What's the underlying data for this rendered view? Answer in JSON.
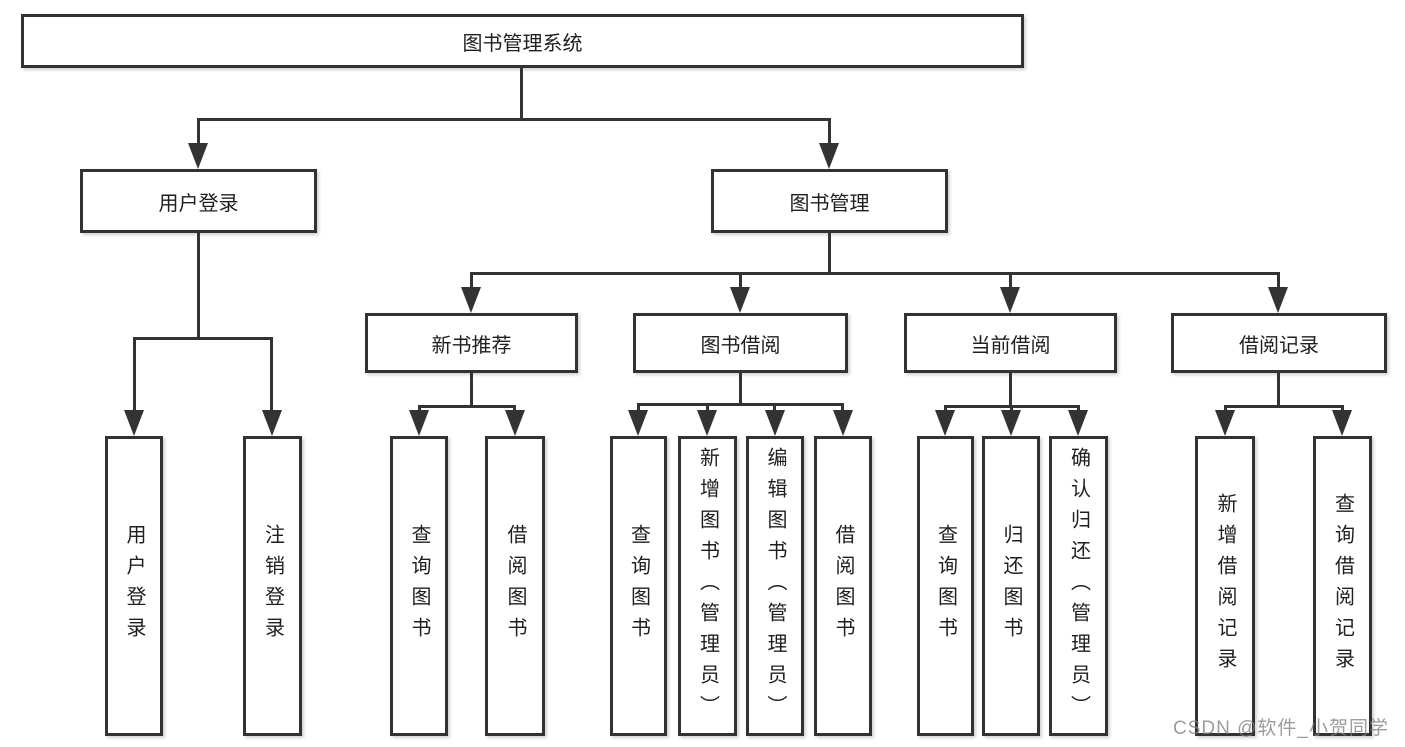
{
  "diagram": {
    "root": {
      "label": "图书管理系统"
    },
    "level2": [
      {
        "label": "用户登录"
      },
      {
        "label": "图书管理"
      }
    ],
    "level3": [
      {
        "label": "新书推荐"
      },
      {
        "label": "图书借阅"
      },
      {
        "label": "当前借阅"
      },
      {
        "label": "借阅记录"
      }
    ],
    "leaves": [
      {
        "label": "用户登录"
      },
      {
        "label": "注销登录"
      },
      {
        "label": "查询图书"
      },
      {
        "label": "借阅图书"
      },
      {
        "label": "查询图书"
      },
      {
        "label": "新增图书（管理员）"
      },
      {
        "label": "编辑图书（管理员）"
      },
      {
        "label": "借阅图书"
      },
      {
        "label": "查询图书"
      },
      {
        "label": "归还图书"
      },
      {
        "label": "确认归还（管理员）"
      },
      {
        "label": "新增借阅记录"
      },
      {
        "label": "查询借阅记录"
      }
    ]
  },
  "watermark": {
    "text": "CSDN @软件_小贺同学"
  },
  "colors": {
    "line": "#333333",
    "text": "#1f1f1f",
    "background": "#ffffff",
    "watermark": "#808080"
  }
}
